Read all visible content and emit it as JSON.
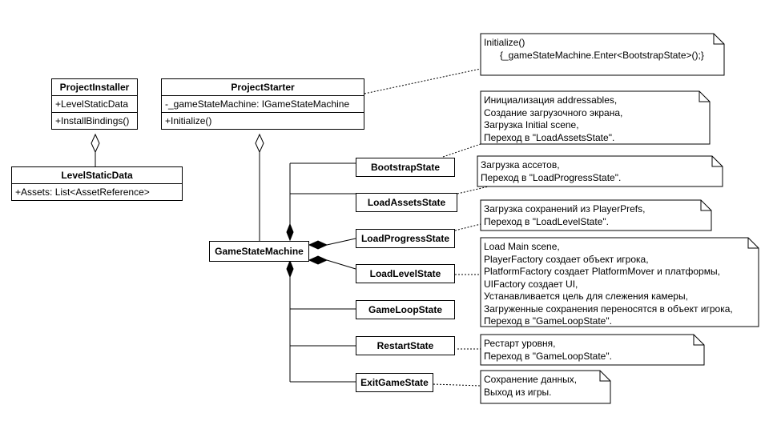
{
  "project_installer": {
    "name": "ProjectInstaller",
    "attribute": "+LevelStaticData",
    "method": "+InstallBindings()"
  },
  "level_static_data": {
    "name": "LevelStaticData",
    "attribute": "+Assets: List<AssetReference>"
  },
  "project_starter": {
    "name": "ProjectStarter",
    "attribute": "-_gameStateMachine: IGameStateMachine",
    "method": "+Initialize()"
  },
  "game_state_machine": {
    "name": "GameStateMachine"
  },
  "states": [
    {
      "name": "BootstrapState"
    },
    {
      "name": "LoadAssetsState"
    },
    {
      "name": "LoadProgressState"
    },
    {
      "name": "LoadLevelState"
    },
    {
      "name": "GameLoopState"
    },
    {
      "name": "RestartState"
    },
    {
      "name": "ExitGameState"
    }
  ],
  "notes": {
    "initialize": "Initialize()\n      {_gameStateMachine.Enter<BootstrapState>();}",
    "bootstrap": "Инициализация addressables,\nСоздание загрузочного экрана,\nЗагрузка Initial scene,\nПереход в \"LoadAssetsState\".",
    "load_assets": "Загрузка ассетов,\nПереход в \"LoadProgressState\".",
    "load_progress": "Загрузка сохранений из PlayerPrefs,\nПереход в \"LoadLevelState\".",
    "load_level": "Load Main scene,\nPlayerFactory создает объект игрока,\nPlatformFactory создает PlatformMover и платформы,\nUIFactory создает UI,\nУстанавливается цель для слежения камеры,\nЗагруженные сохранения переносятся в объект игрока,\nПереход в \"GameLoopState\".",
    "restart": "Рестарт уровня,\nПереход в \"GameLoopState\".",
    "exit": "Сохранение данных,\nВыход из игры."
  }
}
